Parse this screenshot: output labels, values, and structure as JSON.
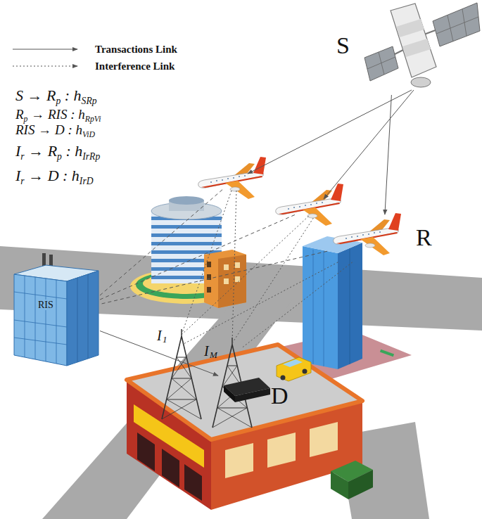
{
  "diagram": {
    "nodes": [
      {
        "text": [
          "S"
        ]
      },
      {
        "text": [
          "R"
        ]
      },
      {
        "text": [
          "RIS"
        ]
      },
      {
        "text": [
          "I",
          "1"
        ]
      },
      {
        "text": [
          "I",
          "M"
        ]
      },
      {
        "text": [
          "D"
        ]
      }
    ],
    "edges": [
      {
        "from": 0,
        "to": 1,
        "arrow": "to"
      },
      {
        "from": 1,
        "to": 2,
        "arrow": "none"
      },
      {
        "from": 2,
        "to": 5,
        "arrow": "to"
      },
      {
        "from": 3,
        "to": 1,
        "arrow": "none"
      },
      {
        "from": 4,
        "to": 1,
        "arrow": "none"
      }
    ],
    "labels": [
      "S → R",
      "p",
      ": h",
      "SRp",
      "R",
      "p",
      "→ RIS : h",
      "RpVi",
      "RIS → D : h",
      "ViD",
      "I",
      "r",
      "→ R",
      "p",
      ": h",
      "IrRp",
      "I",
      "r",
      "→ D : h",
      "IrD"
    ],
    "legend": [
      {
        "text": "Transactions Link"
      },
      {
        "text": "Interference Link"
      }
    ]
  }
}
